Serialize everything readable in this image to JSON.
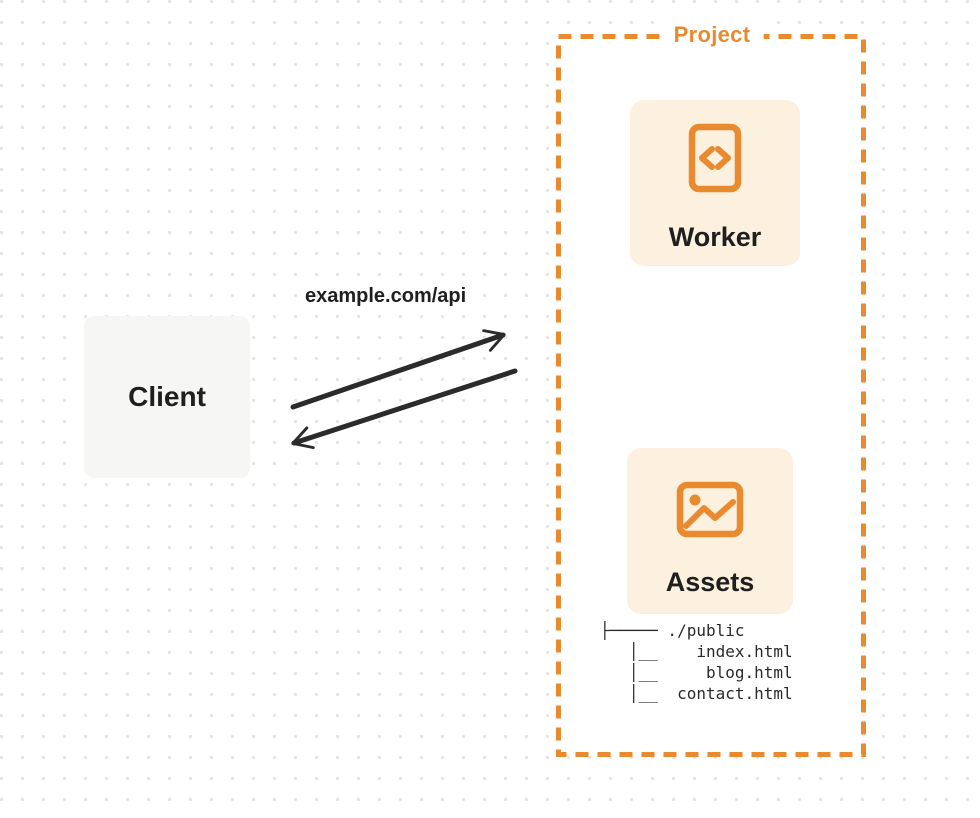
{
  "project": {
    "label": "Project",
    "worker": {
      "label": "Worker",
      "icon": "code-icon"
    },
    "assets": {
      "label": "Assets",
      "icon": "image-icon"
    },
    "file_tree": {
      "lines": [
        "├───── ./public",
        "   │__    index.html",
        "   │__     blog.html",
        "   │__  contact.html"
      ]
    }
  },
  "client": {
    "label": "Client"
  },
  "request_label": "example.com/api",
  "colors": {
    "accent": "#EA8A2F",
    "cream": "#FCF0DF",
    "client_gray": "#F6F6F5",
    "ink": "#1F1F1F",
    "arrow": "#2B2B2B",
    "dot": "#E4E4E4"
  }
}
